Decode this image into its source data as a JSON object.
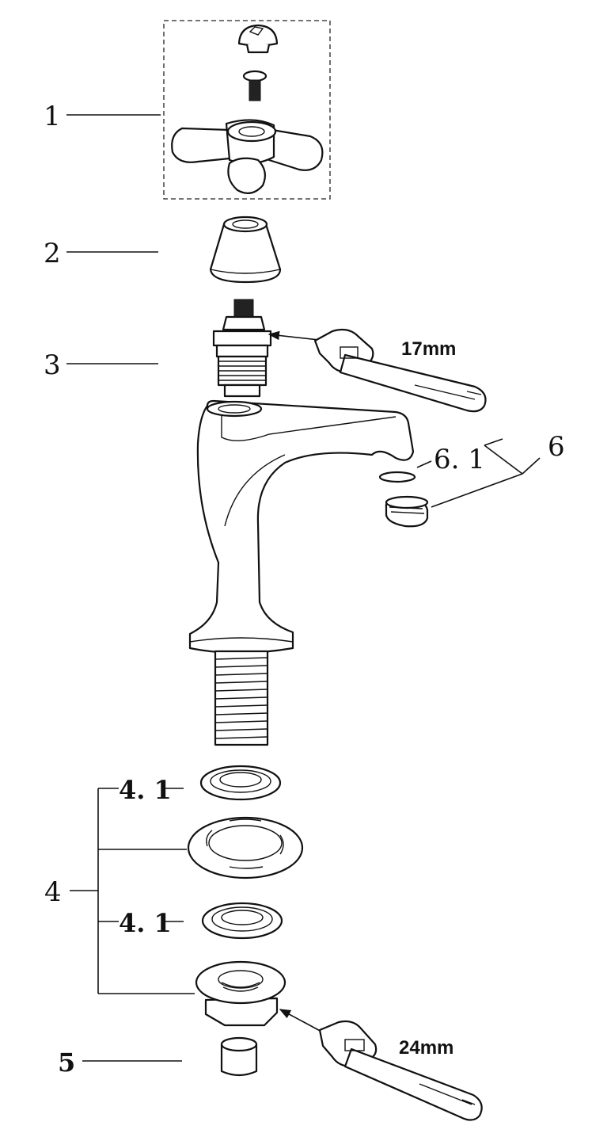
{
  "labels": {
    "part_1": "1",
    "part_2": "2",
    "part_3": "3",
    "part_4": "4",
    "part_4_1_top": "4. 1",
    "part_4_1_bottom": "4. 1",
    "part_5": "5",
    "part_6": "6",
    "part_6_1": "6. 1"
  },
  "tools": {
    "wrench_top_size": "17mm",
    "wrench_bottom_size": "24mm"
  }
}
